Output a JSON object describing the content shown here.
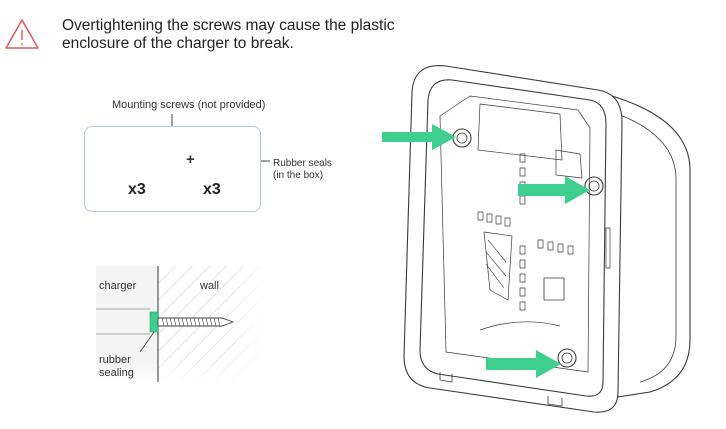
{
  "warning": {
    "text": "Overtightening the screws may cause the plastic enclosure of the charger to break.",
    "icon": "warning-triangle-icon"
  },
  "screw_kit": {
    "label": "Mounting screws (not provided)",
    "screw_qty": "x3",
    "plus": "+",
    "seal_qty": "x3",
    "seal_label_line1": "Rubber seals",
    "seal_label_line2": "(in the box)"
  },
  "cross_section": {
    "charger_label": "charger",
    "wall_label": "wall",
    "rubber_label_line1": "rubber",
    "rubber_label_line2": "sealing"
  },
  "colors": {
    "accent_green": "#3ecf8e",
    "warning_red": "#e05a5a",
    "box_border": "#b9c9dc",
    "line_gray": "#444444"
  }
}
